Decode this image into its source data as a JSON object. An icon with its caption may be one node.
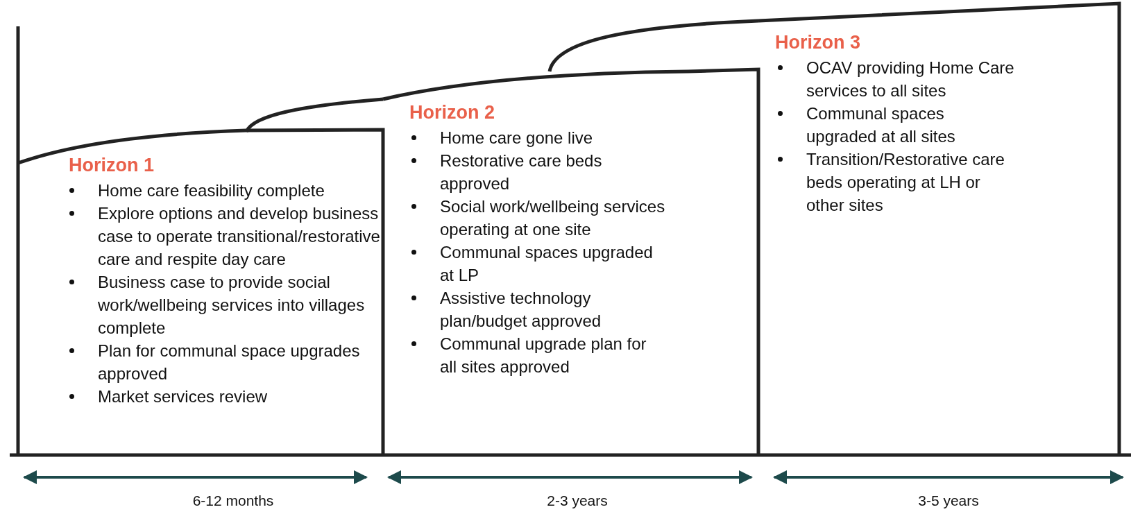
{
  "diagram": {
    "nodes": [
      {
        "text": [
          "Horizon 1",
          "Home care feasibility complete",
          "Explore options and develop business case to operate transitional/restorative care and respite day care",
          "Business case to provide social work/wellbeing services into villages complete",
          "Plan for communal space upgrades approved",
          "Market services review"
        ],
        "beside": [
          "6-12 months"
        ]
      },
      {
        "text": [
          "Horizon 2",
          "Home care gone live",
          "Restorative care beds approved",
          "Social work/wellbeing services operating at one site",
          "Communal spaces upgraded at LP",
          "Assistive technology plan/budget approved",
          "Communal upgrade plan for all sites approved"
        ],
        "beside": [
          "2-3 years"
        ]
      },
      {
        "text": [
          "Horizon 3",
          "OCAV providing Home Care services to all sites",
          "Communal spaces upgraded at all sites",
          "Transition/Restorative care beds operating at LH or other sites"
        ],
        "beside": [
          "3-5 years"
        ]
      }
    ]
  }
}
